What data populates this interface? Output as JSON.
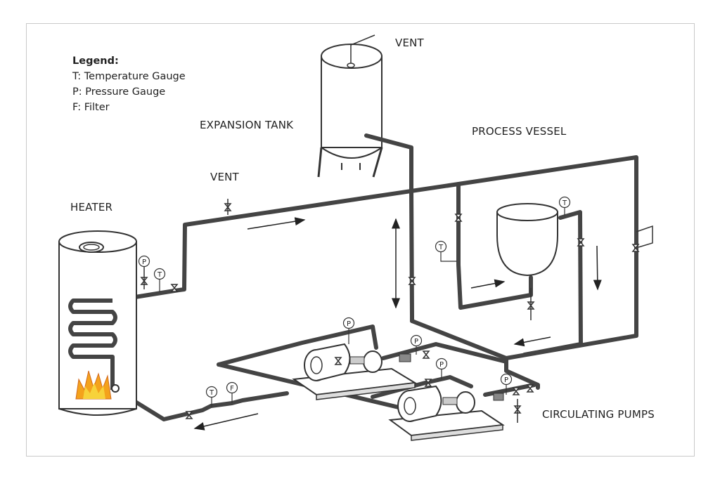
{
  "legend": {
    "title": "Legend:",
    "items": [
      "T: Temperature Gauge",
      "P: Pressure Gauge",
      "F: Filter"
    ]
  },
  "labels": {
    "vent_top": "VENT",
    "expansion_tank": "EXPANSION TANK",
    "process_vessel": "PROCESS VESSEL",
    "vent_left": "VENT",
    "heater": "HEATER",
    "circulating_pumps": "CIRCULATING PUMPS"
  },
  "gauges": {
    "temperature": "T",
    "pressure": "P",
    "filter": "F"
  },
  "colors": {
    "pipe": "#444444",
    "flame_outer": "#f4a21b",
    "flame_inner": "#f7d23a",
    "frame": "#c9c9c9"
  }
}
